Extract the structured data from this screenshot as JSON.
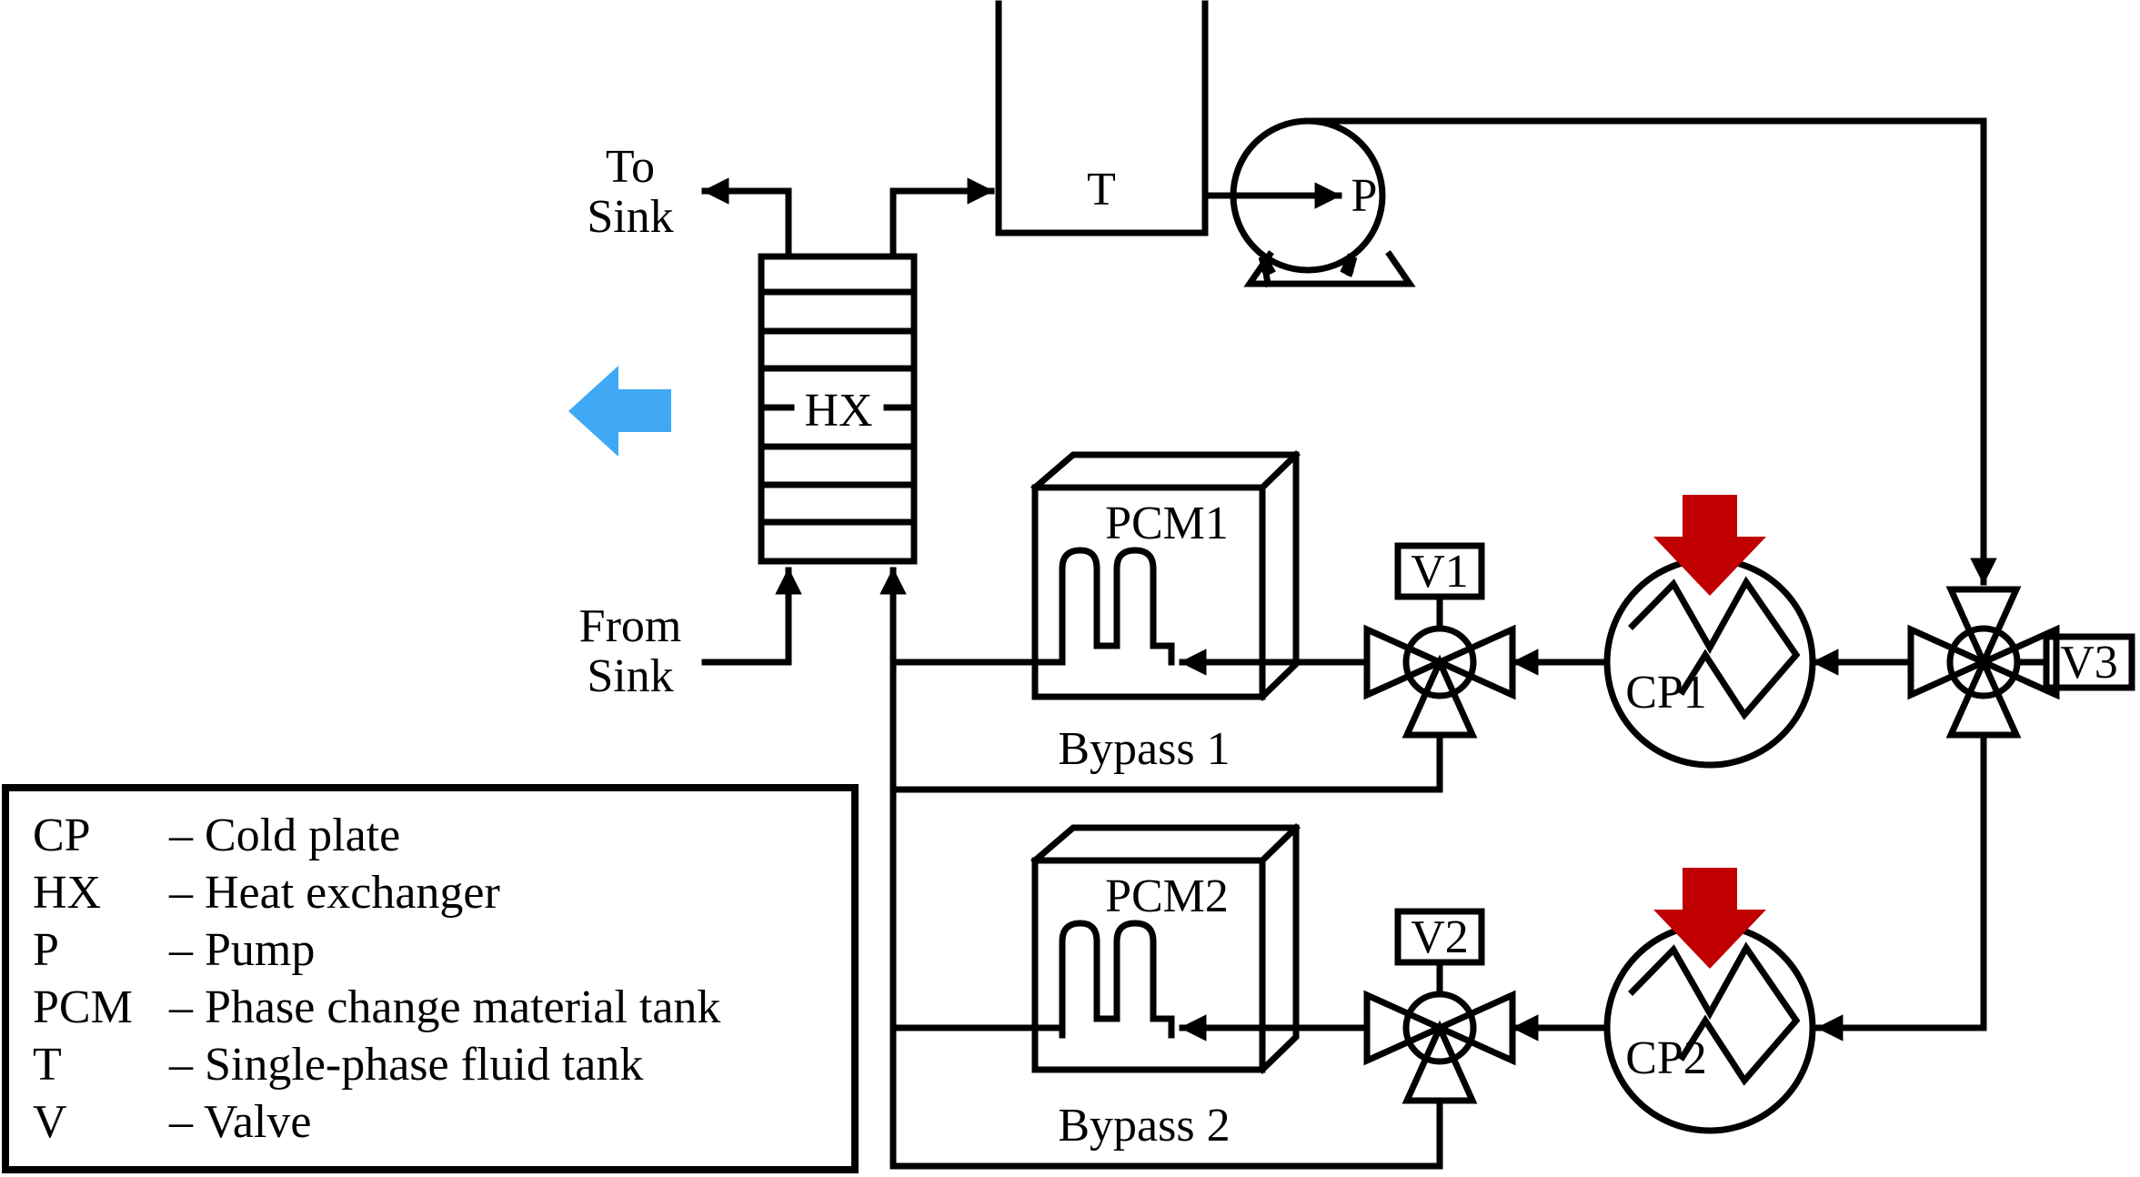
{
  "labels": {
    "tank": "T",
    "pump": "P",
    "heat_exchanger": "HX",
    "to_sink_line1": "To",
    "to_sink_line2": "Sink",
    "from_sink_line1": "From",
    "from_sink_line2": "Sink",
    "pcm1": "PCM1",
    "pcm2": "PCM2",
    "valve1": "V1",
    "valve2": "V2",
    "valve3": "V3",
    "cold_plate1": "CP1",
    "cold_plate2": "CP2",
    "bypass1": "Bypass 1",
    "bypass2": "Bypass 2"
  },
  "legend": {
    "items": [
      {
        "abbr": "CP",
        "desc": "– Cold plate"
      },
      {
        "abbr": "HX",
        "desc": "– Heat exchanger"
      },
      {
        "abbr": "P",
        "desc": "– Pump"
      },
      {
        "abbr": "PCM",
        "desc": "– Phase change material tank"
      },
      {
        "abbr": "T",
        "desc": "– Single-phase fluid tank"
      },
      {
        "abbr": "V",
        "desc": "– Valve"
      }
    ]
  },
  "colors": {
    "heat_in_arrow": "#c00000",
    "heat_out_arrow": "#3fa9f5",
    "line": "#000000"
  }
}
